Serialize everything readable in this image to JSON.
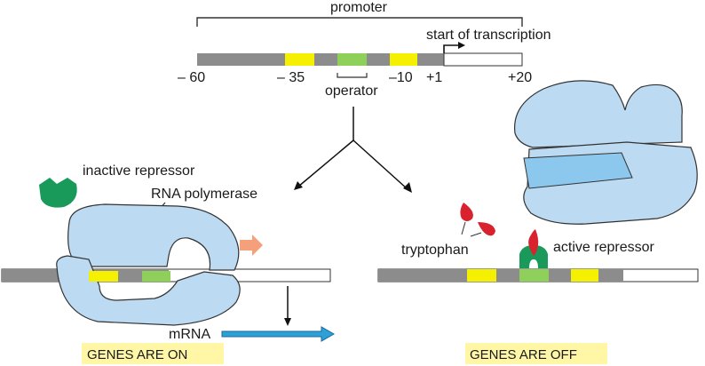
{
  "labels": {
    "promoter": "promoter",
    "start_of_transcription": "start of transcription",
    "pos_minus60": "– 60",
    "pos_minus35": "– 35",
    "pos_minus10": "–10",
    "pos_plus1": "+1",
    "pos_plus20": "+20",
    "operator": "operator",
    "inactive_repressor": "inactive repressor",
    "rna_polymerase": "RNA polymerase",
    "mrna": "mRNA",
    "genes_on": "GENES ARE ON",
    "tryptophan": "tryptophan",
    "active_repressor": "active repressor",
    "genes_off": "GENES ARE OFF"
  },
  "colors": {
    "dna_gray": "#8c8c8c",
    "box_yellow": "#f4f000",
    "operator_green": "#8fd05a",
    "polymerase_blue": "#bcdaf2",
    "polymerase_band": "#8cc8ee",
    "repressor_green": "#1a9a5a",
    "tryptophan_red": "#d8232f",
    "mrna_arrow": "#2ea0d8",
    "motion_arrow": "#f4a07a",
    "badge_bg": "#fff6a6"
  }
}
